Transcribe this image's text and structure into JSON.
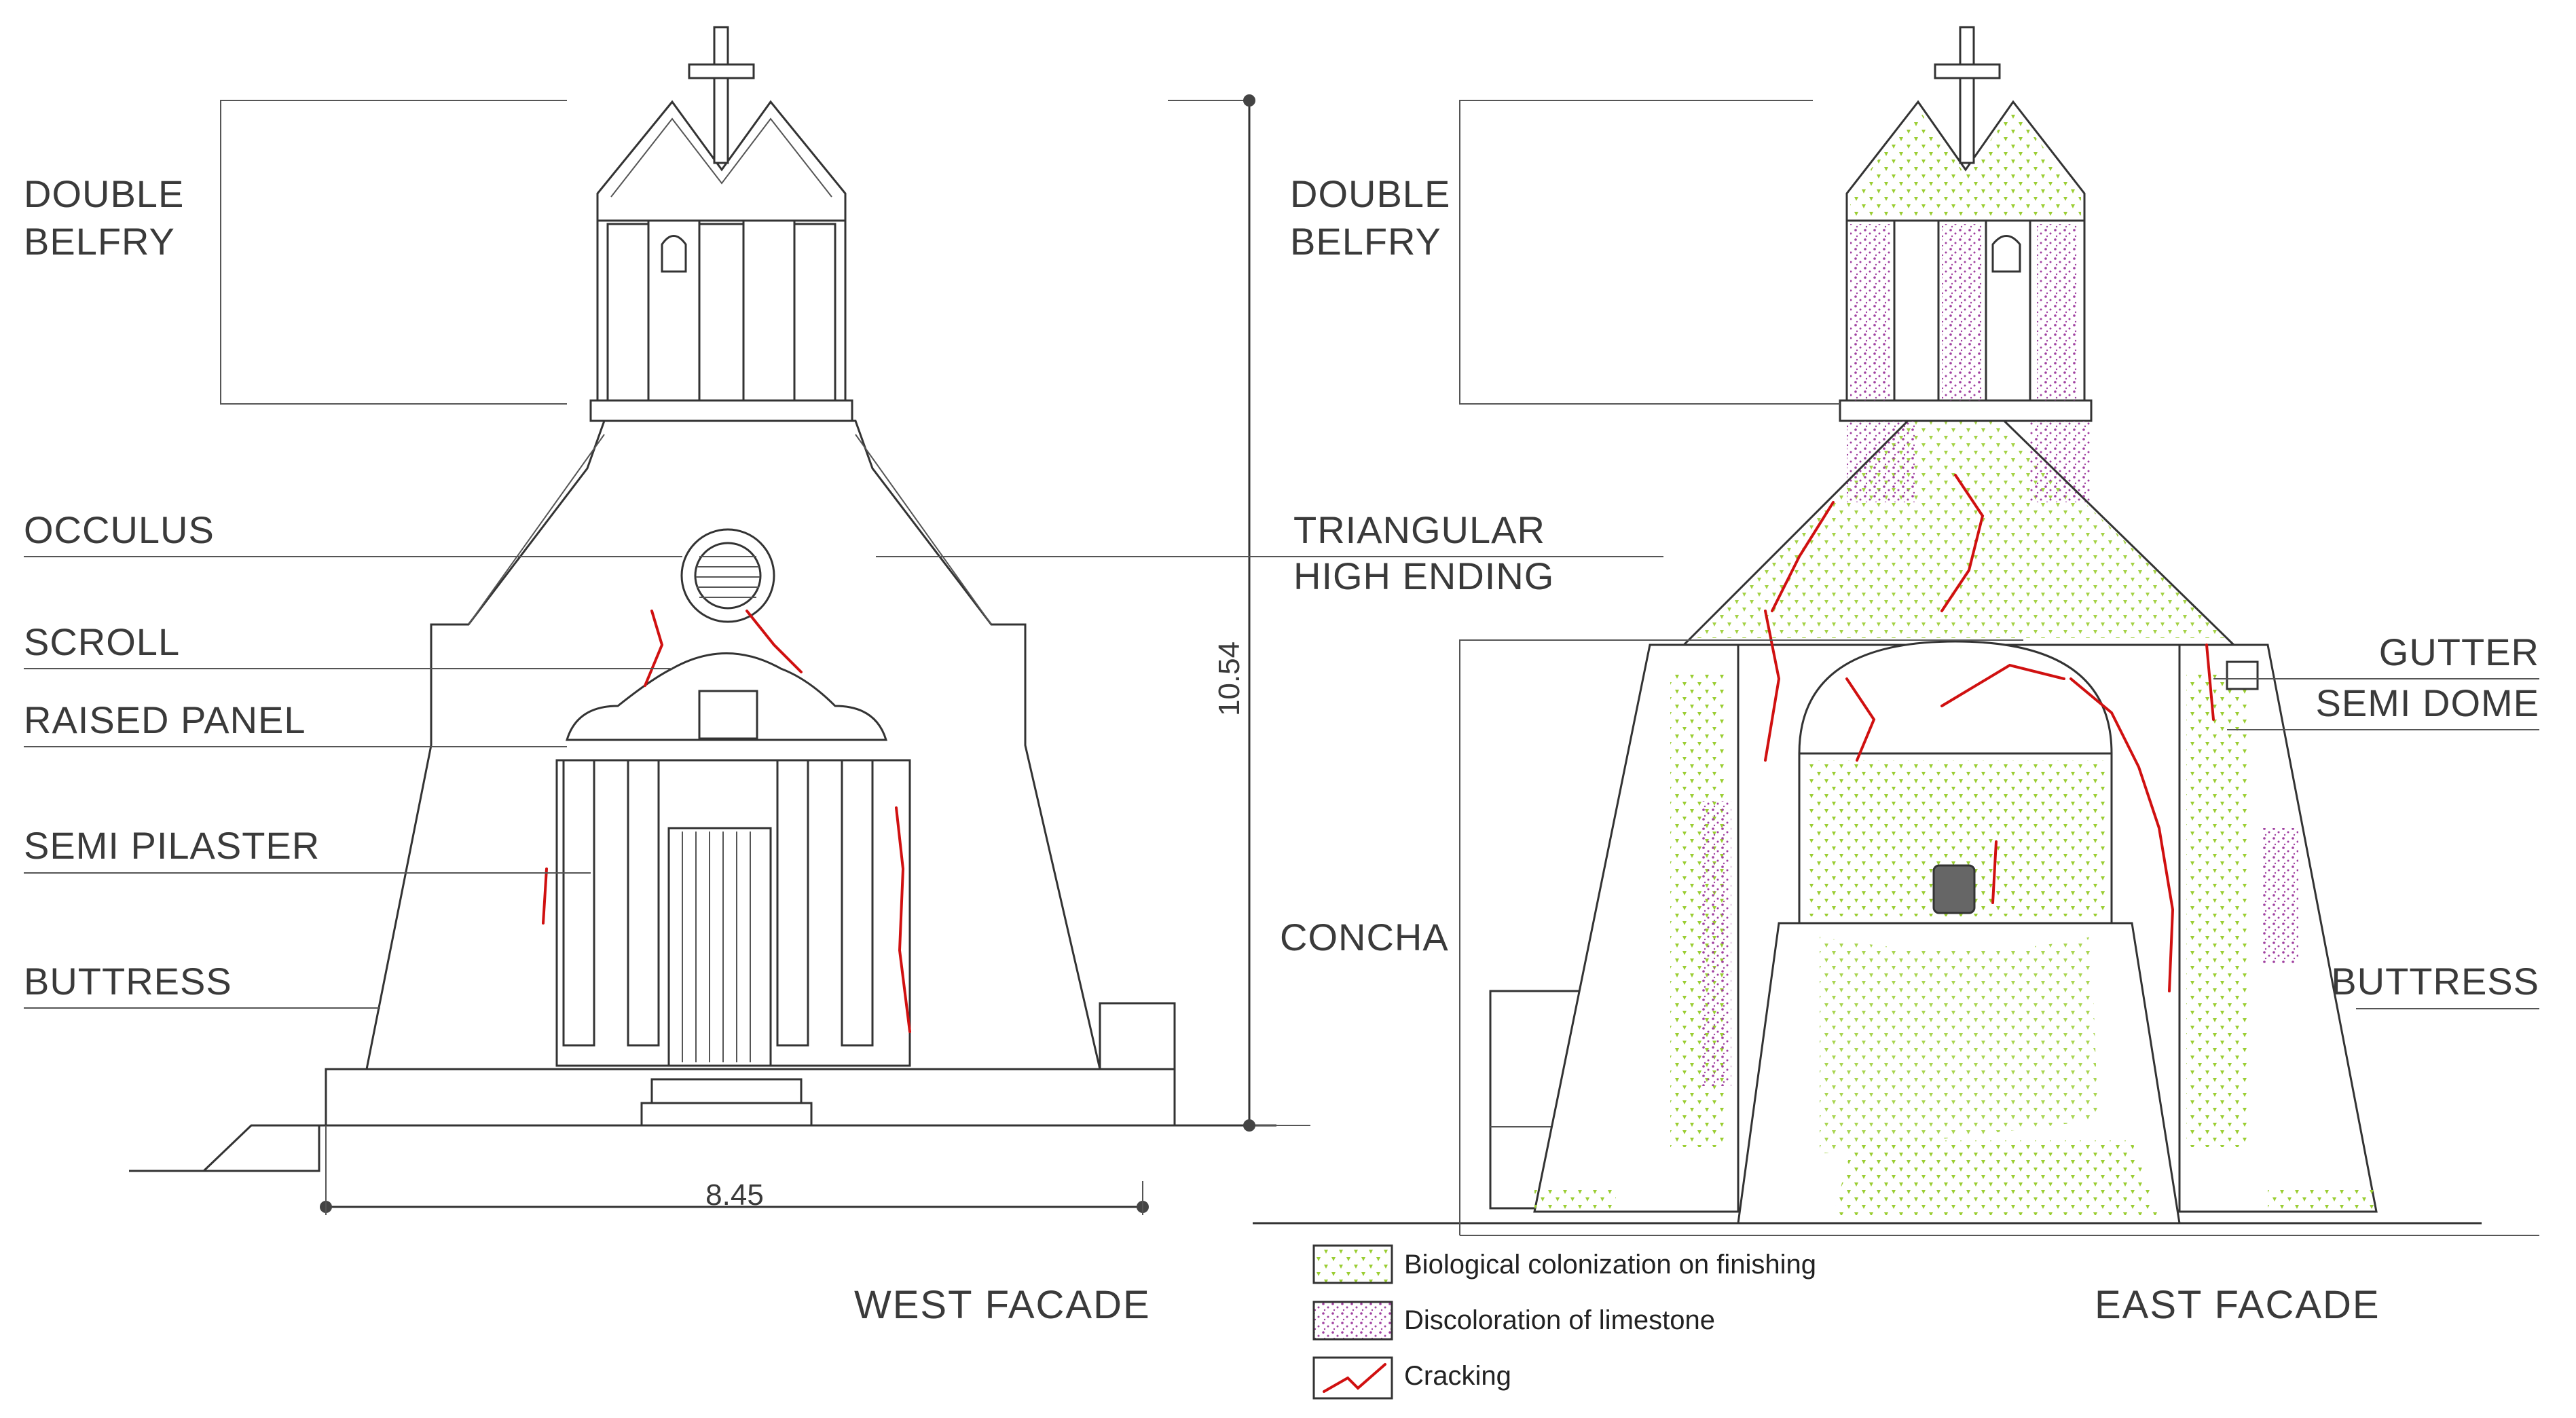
{
  "west": {
    "labels": {
      "belfry_1": "DOUBLE",
      "belfry_2": "BELFRY",
      "occulus": "OCCULUS",
      "scroll": "SCROLL",
      "raised_panel": "RAISED PANEL",
      "semi_pilaster": "SEMI PILASTER",
      "buttress": "BUTTRESS"
    },
    "width_dimension": "8.45",
    "title": "WEST FACADE"
  },
  "center": {
    "height_dimension": "10.54",
    "triangular_1": "TRIANGULAR",
    "triangular_2": "HIGH ENDING"
  },
  "east": {
    "labels": {
      "belfry_1": "DOUBLE",
      "belfry_2": "BELFRY",
      "concha": "CONCHA",
      "gutter": "GUTTER",
      "semi_dome": "SEMI DOME",
      "buttress": "BUTTRESS"
    },
    "title": "EAST  FACADE"
  },
  "legend": [
    {
      "label": "Biological colonization on finishing",
      "color": "#9acd32",
      "pattern": "dots-green"
    },
    {
      "label": "Discoloration of limestone",
      "color": "#a040a0",
      "pattern": "dots-purple"
    },
    {
      "label": "Cracking",
      "color": "#d01010",
      "pattern": "red-line"
    }
  ]
}
